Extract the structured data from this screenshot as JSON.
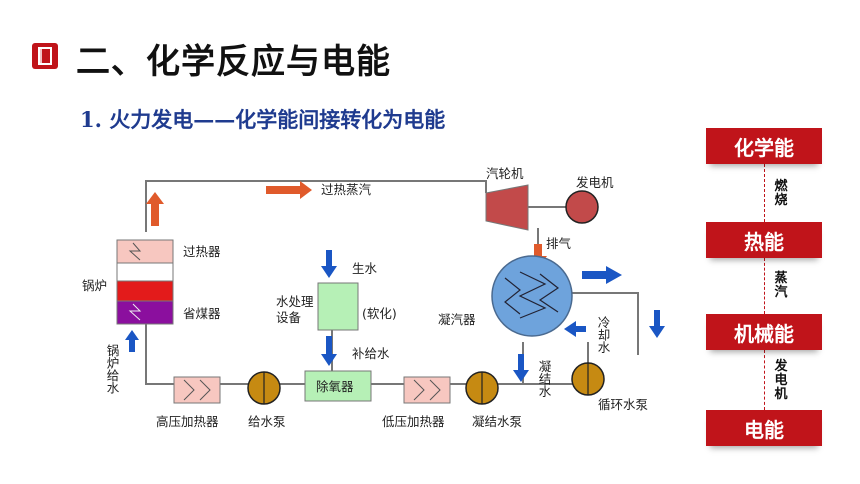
{
  "header": {
    "title": "二、化学反应与电能",
    "subtitle": "1. 火力发电——化学能间接转化为电能",
    "icon": "book-icon",
    "accent": "#c0141a"
  },
  "diagram": {
    "labels": {
      "superheated_steam": "过热蒸汽",
      "turbine": "汽轮机",
      "generator": "发电机",
      "exhaust": "排气",
      "boiler": "锅炉",
      "superheater": "过热器",
      "economizer": "省煤器",
      "boiler_feedwater": "锅炉给水",
      "raw_water": "生水",
      "water_treatment": "水处理设备",
      "softening": "(软化)",
      "makeup_water": "补给水",
      "deaerator": "除氧器",
      "condenser": "凝汽器",
      "cooling_water": "冷却水",
      "condensate": "凝结水",
      "hp_heater": "高压加热器",
      "feed_pump": "给水泵",
      "lp_heater": "低压加热器",
      "condensate_pump": "凝结水泵",
      "circ_pump": "循环水泵"
    }
  },
  "energy_chain": {
    "boxes": [
      "化学能",
      "热能",
      "机械能",
      "电能"
    ],
    "processes": [
      "燃烧",
      "蒸汽",
      "发电机"
    ]
  }
}
